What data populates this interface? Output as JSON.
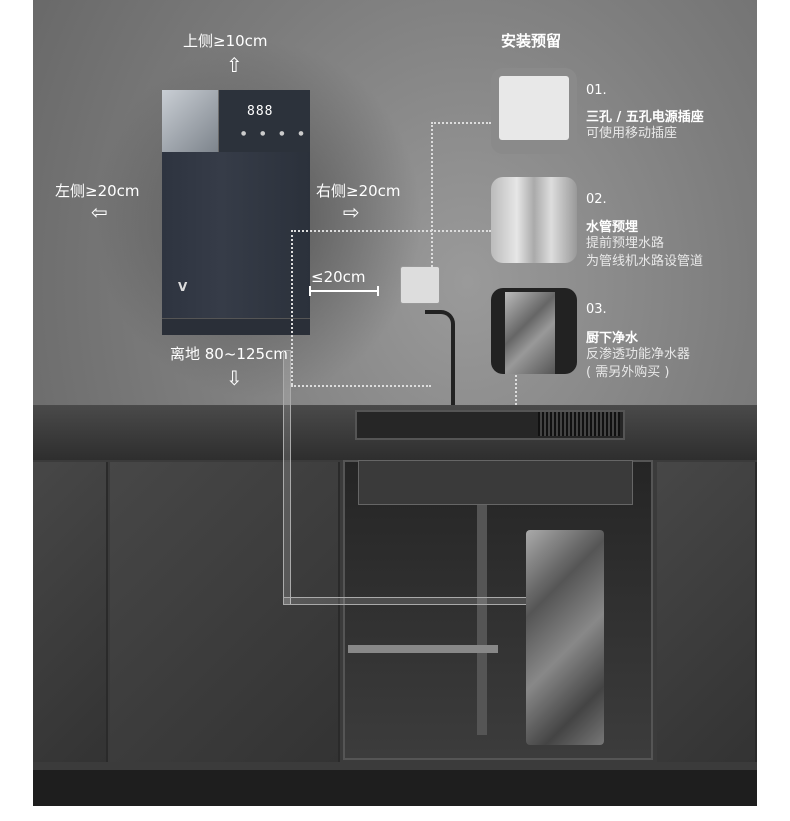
{
  "clearances": {
    "top": "上侧≥10cm",
    "left": "左侧≥20cm",
    "right": "右侧≥20cm",
    "socket_distance": "≤20cm",
    "floor": "离地 80~125cm"
  },
  "panel": {
    "title": "安装预留",
    "items": [
      {
        "num": "01.",
        "title": "三孔 / 五孔电源插座",
        "desc": [
          "可使用移动插座"
        ]
      },
      {
        "num": "02.",
        "title": "水管预埋",
        "desc": [
          "提前预埋水路",
          "为管线机水路设管道"
        ]
      },
      {
        "num": "03.",
        "title": "厨下净水",
        "desc": [
          "反渗透功能净水器",
          "( 需另外购买 )"
        ]
      }
    ]
  },
  "device": {
    "display": "888"
  }
}
